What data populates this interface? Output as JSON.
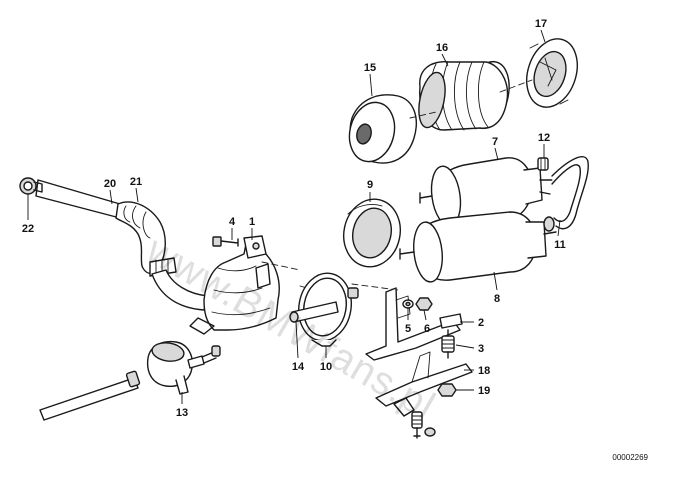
{
  "diagram": {
    "reference_code": "00002269",
    "watermark": "www.BMWfans.pl",
    "callouts": {
      "c1": "1",
      "c2": "2",
      "c3": "3",
      "c4": "4",
      "c5": "5",
      "c6": "6",
      "c7": "7",
      "c8": "8",
      "c9": "9",
      "c10": "10",
      "c11": "11",
      "c12": "12",
      "c13": "13",
      "c14": "14",
      "c15": "15",
      "c16": "16",
      "c17": "17",
      "c18": "18",
      "c19": "19",
      "c20": "20",
      "c21": "21",
      "c22": "22"
    }
  }
}
